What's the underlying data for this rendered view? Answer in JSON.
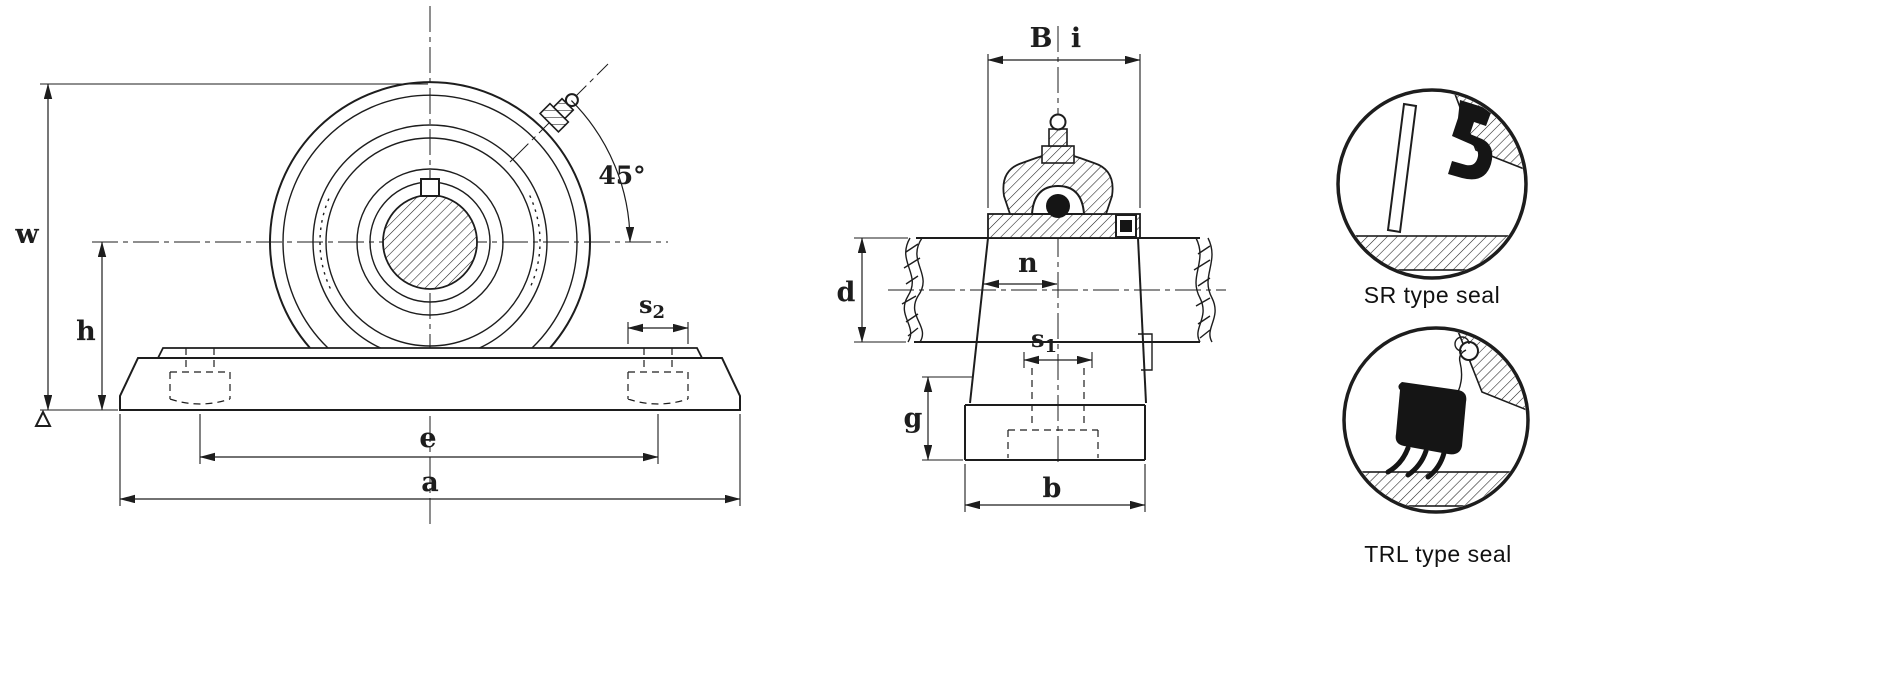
{
  "front_view": {
    "dim_w": "w",
    "dim_h": "h",
    "dim_s2_base": "s",
    "dim_s2_sub": "2",
    "dim_e": "e",
    "dim_a": "a",
    "angle_label": "45°"
  },
  "side_view": {
    "dim_B": "B",
    "dim_i": "i",
    "dim_d": "d",
    "dim_n": "n",
    "dim_s1_base": "s",
    "dim_s1_sub": "1",
    "dim_g": "g",
    "dim_b": "b"
  },
  "seal_details": {
    "sr_label": "SR type seal",
    "trl_label": "TRL type seal"
  },
  "colors": {
    "ink": "#1d1d1d",
    "background": "#ffffff"
  }
}
